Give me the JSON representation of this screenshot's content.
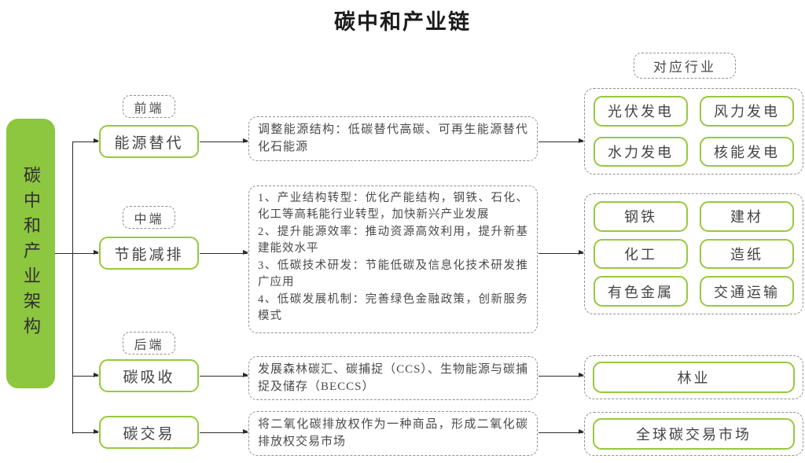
{
  "title": "碳中和产业链",
  "root_label": "碳中和产业架构",
  "corresponding_industries_label": "对应行业",
  "rows": [
    {
      "stage_label": "前端",
      "node": "能源替代",
      "description": "调整能源结构：低碳替代高碳、可再生能源替代化石能源",
      "industries": [
        "光伏发电",
        "风力发电",
        "水力发电",
        "核能发电"
      ]
    },
    {
      "stage_label": "中端",
      "node": "节能减排",
      "description": "1、产业结构转型：优化产能结构，钢铁、石化、化工等高耗能行业转型，加快新兴产业发展\n2、提升能源效率：推动资源高效利用，提升新基建能效水平\n3、低碳技术研发：节能低碳及信息化技术研发推广应用\n4、低碳发展机制：完善绿色金融政策，创新服务模式",
      "industries": [
        "钢铁",
        "建材",
        "化工",
        "造纸",
        "有色金属",
        "交通运输"
      ]
    },
    {
      "stage_label": "后端",
      "node": "碳吸收",
      "description": "发展森林碳汇、碳捕捉（CCS）、生物能源与碳捕捉及储存（BECCS）",
      "industries": [
        "林业"
      ]
    },
    {
      "node": "碳交易",
      "description": "将二氧化碳排放权作为一种商品，形成二氧化碳排放权交易市场",
      "industries": [
        "全球碳交易市场"
      ]
    }
  ],
  "colors": {
    "root_fill": "#8DC63F",
    "node_border": "#97C93D",
    "dashed_border": "#8f8f8f",
    "connector": "#2b2b2b",
    "text": "#3d3d3d"
  }
}
